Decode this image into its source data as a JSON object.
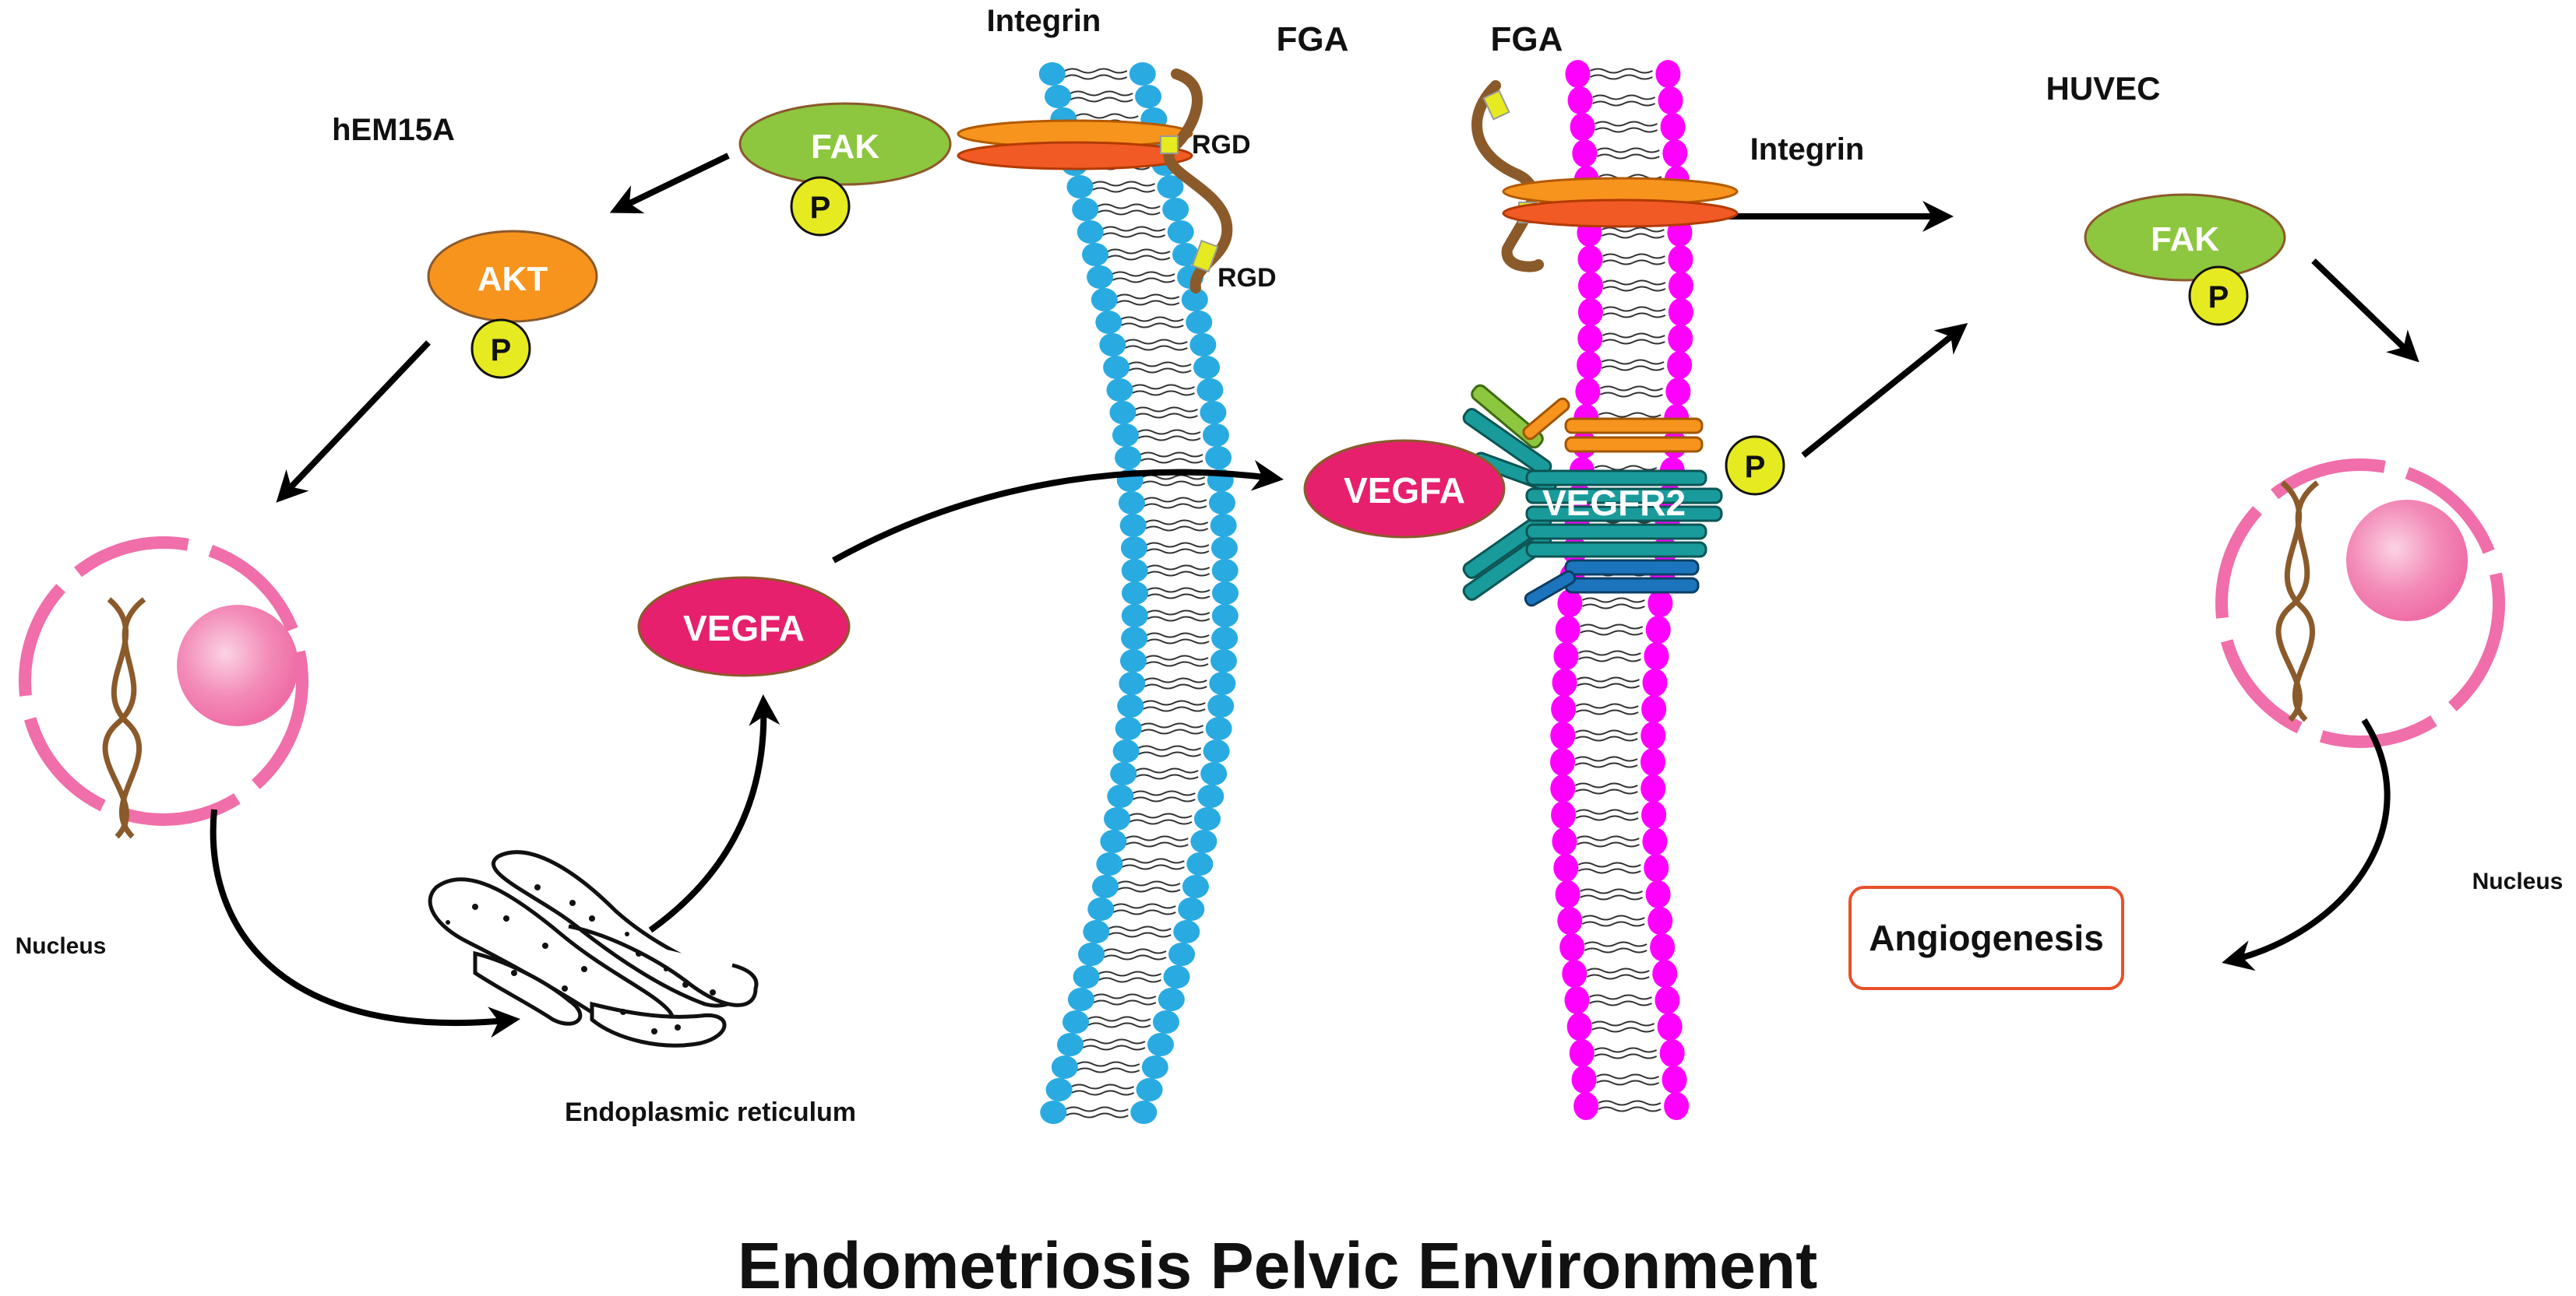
{
  "labels": {
    "hem15a": "hEM15A",
    "huvec": "HUVEC",
    "integrin_left": "Integrin",
    "integrin_right": "Integrin",
    "fga_left": "FGA",
    "fga_right": "FGA",
    "rgd_top": "RGD",
    "rgd_bottom": "RGD",
    "nucleus_left": "Nucleus",
    "nucleus_right": "Nucleus",
    "er": "Endoplasmic reticulum",
    "vegfr2": "VEGFR2",
    "angiogenesis": "Angiogenesis",
    "title": "Endometriosis Pelvic  Environment"
  },
  "proteins": {
    "fak": "FAK",
    "akt": "AKT",
    "vegfa": "VEGFA",
    "p": "P"
  },
  "colors": {
    "fak_green": "#8dc63f",
    "akt_orange": "#f7941d",
    "vegfa_pink": "#e6206d",
    "p_yellow": "#e6ea20",
    "membrane_blue": "#29abe2",
    "membrane_magenta": "#ff00ff",
    "nucleus_pink": "#f06eaa",
    "fga_brown": "#8b5a2b",
    "angio_border": "#e8502a"
  }
}
